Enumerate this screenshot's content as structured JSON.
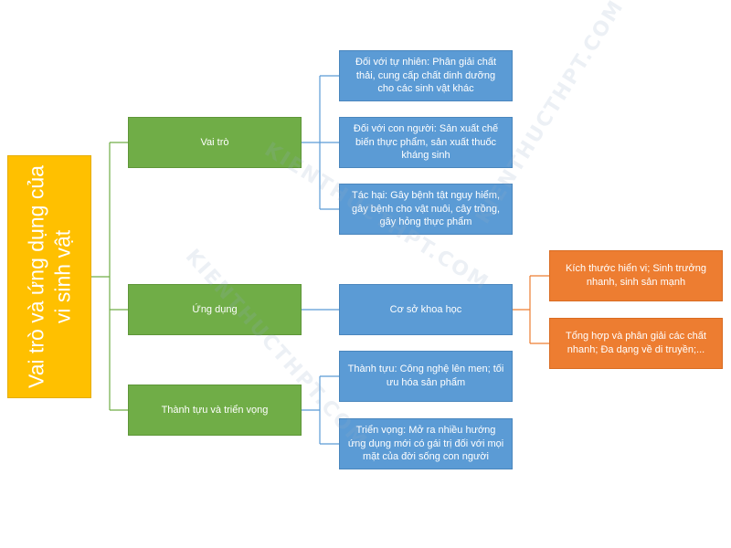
{
  "root": {
    "label": "Vai trò và ứng dụng của vi sinh vật"
  },
  "branches": {
    "role": "Vai trò",
    "application": "Ứng dụng",
    "achievements": "Thành tựu và triển vọng"
  },
  "details": {
    "nature": "Đối với tự nhiên: Phân giải chất thải, cung cấp chất dinh dưỡng cho các sinh vật khác",
    "human": "Đối với con người: Sản xuất chế biến thực phẩm, sản xuất thuốc kháng sinh",
    "harm": "Tác hại: Gây bệnh tật nguy hiểm, gây bệnh cho vật nuôi, cây trồng, gây hỏng thực phẩm",
    "basis": "Cơ sở khoa học",
    "achievement": "Thành tựu: Công nghệ lên men; tối ưu hóa sản phẩm",
    "prospect": "Triển vọng: Mở ra nhiều hướng ứng dụng mới có gái trị đối với mọi mặt của đời sống con người"
  },
  "basis_items": {
    "size": "Kích thước hiển vi; Sinh trưởng nhanh, sinh sản mạnh",
    "synthesis": "Tổng hợp và phân giải các chất nhanh; Đa dạng về di truyền;..."
  },
  "watermark": "KIENTHUCTHPT.COM",
  "colors": {
    "root": "#ffc000",
    "branch": "#70ad47",
    "detail": "#5b9bd5",
    "basis_item": "#ed7d31",
    "connector_green": "#70ad47",
    "connector_blue": "#5b9bd5",
    "connector_orange": "#ed7d31"
  }
}
